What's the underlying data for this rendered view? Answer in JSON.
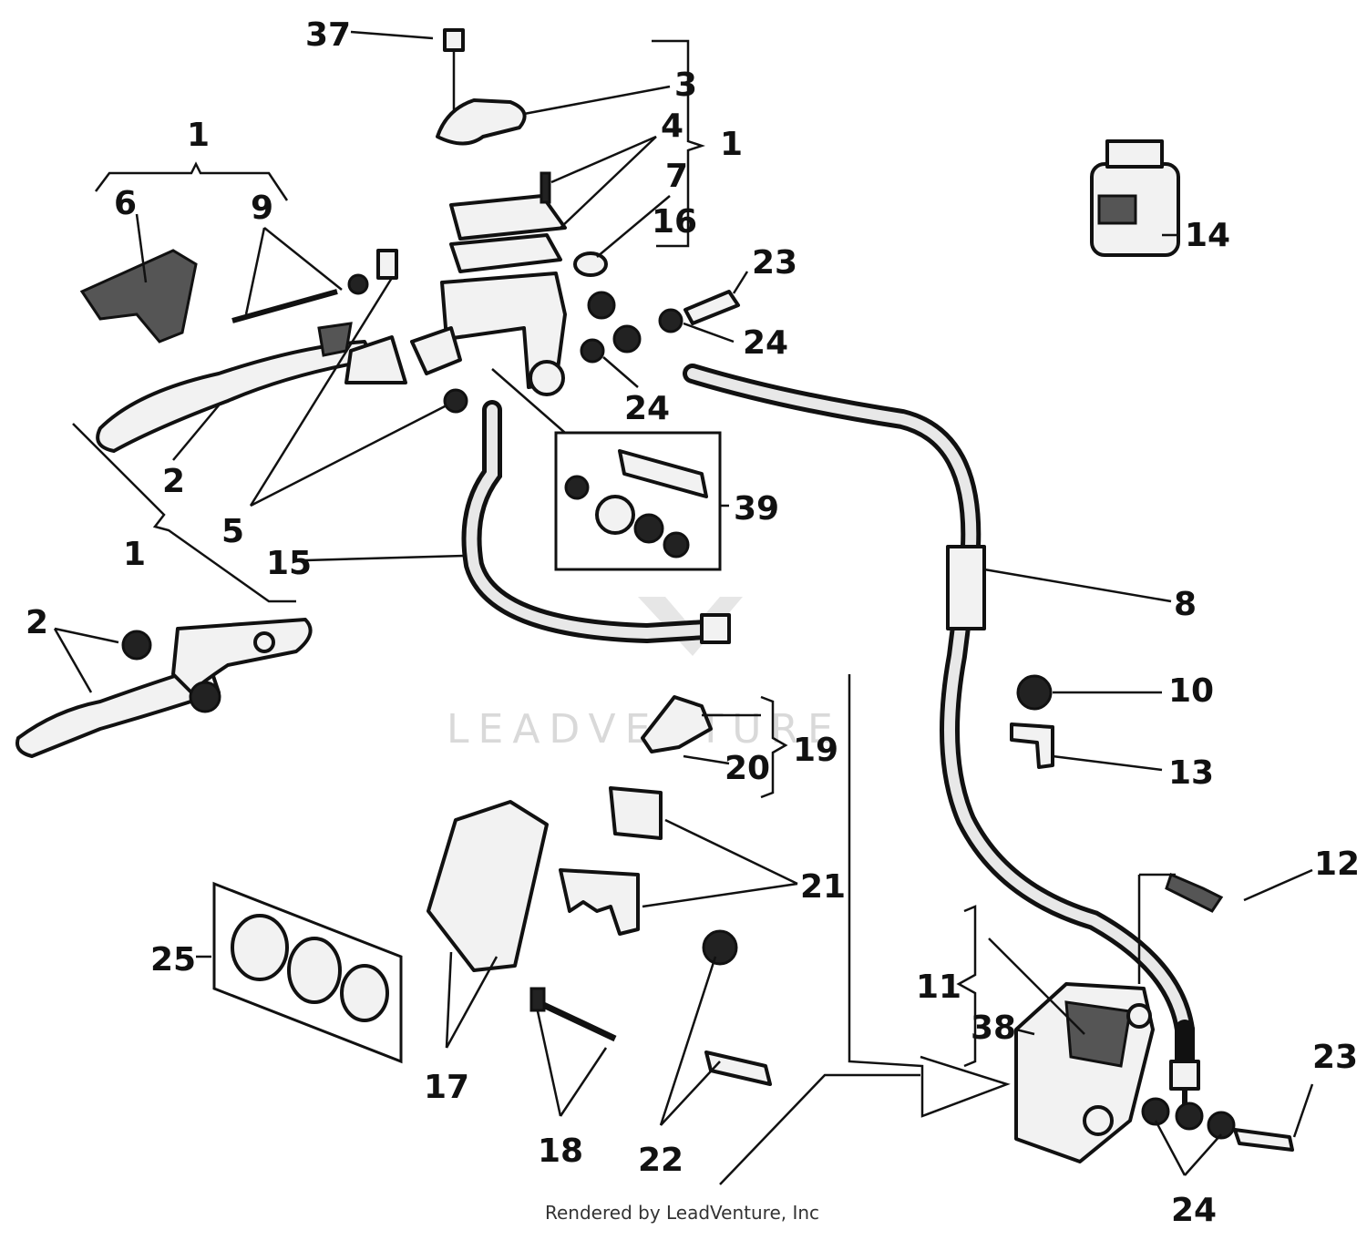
{
  "watermark": "LEADVENTURE",
  "footer": "Rendered by LeadVenture, Inc",
  "callouts": {
    "c37": "37",
    "c3": "3",
    "c4": "4",
    "c1_master": "1",
    "c7": "7",
    "c16": "16",
    "c1_left": "1",
    "c6": "6",
    "c9": "9",
    "c23_top": "23",
    "c24_top_right": "24",
    "c24_top_mid": "24",
    "c14": "14",
    "c2_top": "2",
    "c5": "5",
    "c39": "39",
    "c1_lever": "1",
    "c15": "15",
    "c8": "8",
    "c2_lower": "2",
    "c10": "10",
    "c19": "19",
    "c20": "20",
    "c13": "13",
    "c21": "21",
    "c12": "12",
    "c25": "25",
    "c11": "11",
    "c38": "38",
    "c17": "17",
    "c18": "18",
    "c22": "22",
    "c23_bottom": "23",
    "c24_bottom": "24"
  }
}
